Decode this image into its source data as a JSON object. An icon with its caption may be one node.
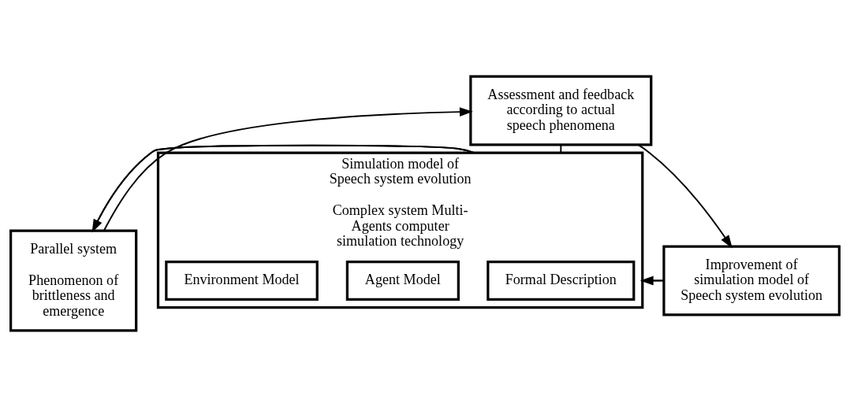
{
  "diagram": {
    "nodes": [
      {
        "text": [
          "Assessment and feedback according to actual speech phenomena"
        ]
      },
      {
        "text": [
          "Parallel system",
          "Phenomenon of brittleness and emergence"
        ]
      },
      {
        "text": [
          "Simulation model of Speech system evolution",
          "Complex system Multi-Agents computer simulation technology"
        ]
      },
      {
        "text": [
          "Formal Description"
        ],
        "in": 2
      },
      {
        "text": [
          "Agent Model"
        ],
        "in": 2
      },
      {
        "text": [
          "Environment Model"
        ],
        "in": 2
      },
      {
        "text": [
          "Improvement of simulation model of Speech system evolution"
        ]
      }
    ],
    "edges": [
      {
        "from": 1,
        "to": 0,
        "arrow": "to"
      },
      {
        "from": 0,
        "to": 6,
        "arrow": "to"
      },
      {
        "from": 0,
        "to": 2,
        "arrow": "none"
      },
      {
        "from": 1,
        "to": 2,
        "arrow": "none"
      },
      {
        "from": 2,
        "to": 6,
        "arrow": "none"
      },
      {
        "from": 6,
        "to": 2,
        "arrow": "to"
      },
      {
        "from": 2,
        "to": 1,
        "arrow": "to"
      }
    ]
  }
}
